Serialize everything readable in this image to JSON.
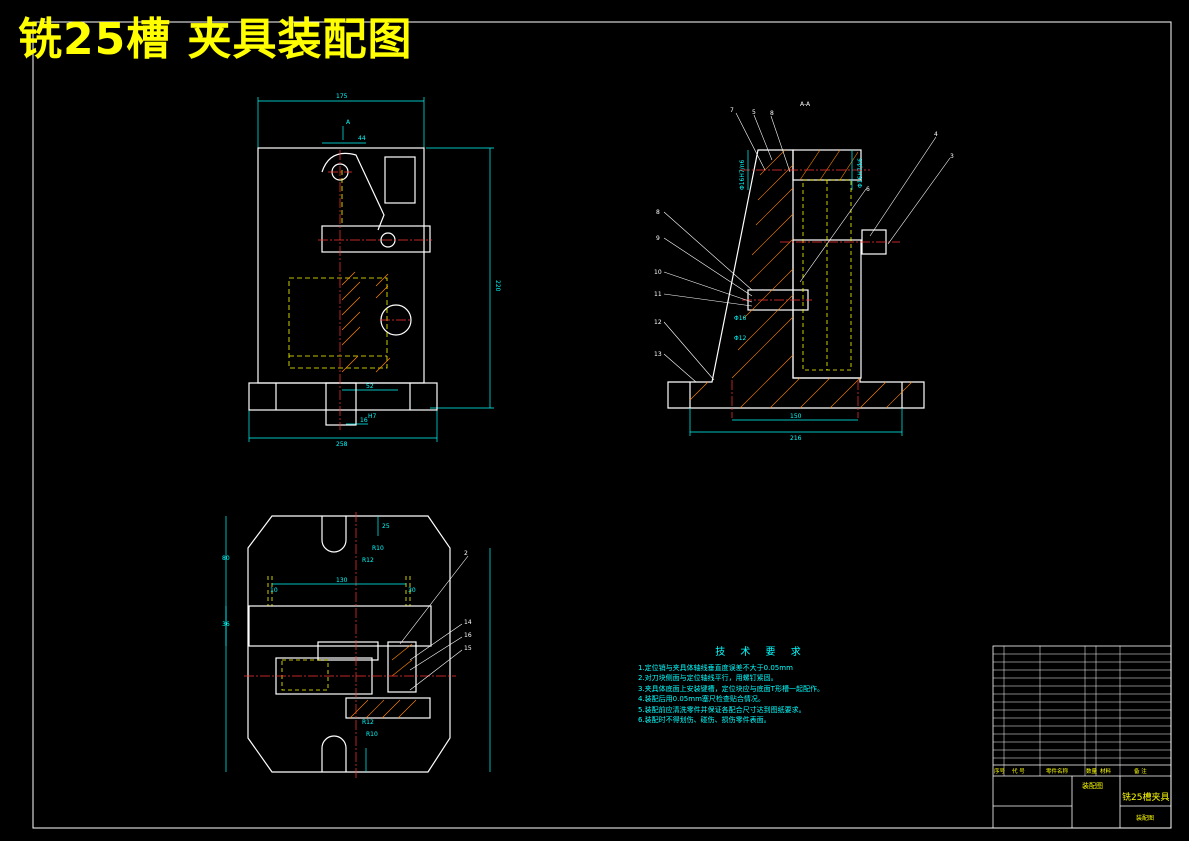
{
  "drawing": {
    "title": "铣25槽  夹具装配图",
    "colors": {
      "background": "#000000",
      "outline": "#ffffff",
      "dimension": "#00ffff",
      "center": "#ff3333",
      "hidden": "#ffff00",
      "hatch": "#ff8800",
      "title_yellow": "#ffff00",
      "title_green": "#00ff00"
    },
    "front_view": {
      "dims": {
        "width_top": "175",
        "offset_a": "A",
        "d44": "44",
        "height": "220",
        "d52": "52",
        "d16": "16",
        "h7": "H7",
        "base_width": "258"
      }
    },
    "section_view": {
      "label": "A-A",
      "dims": {
        "d150": "150",
        "d216": "216",
        "fit_left": "Φ16H7/n6",
        "fit_right": "Φ16H7/k6",
        "fit_a": "Φ16",
        "fit_b": "Φ12"
      },
      "callouts": [
        "7",
        "5",
        "8",
        "4",
        "3",
        "8",
        "9",
        "10",
        "11",
        "12",
        "13",
        "6"
      ]
    },
    "plan_view": {
      "dims": {
        "r10_top": "R10",
        "d25": "25",
        "r12_top": "R12",
        "d130": "130",
        "d10": "10",
        "d30": "30",
        "d36": "36",
        "d80": "80",
        "r12_bottom": "R12",
        "r10_bottom": "R10"
      },
      "callouts": [
        "2",
        "14",
        "16",
        "15"
      ]
    },
    "tech": {
      "title": "技 术 要 求",
      "lines": [
        "1.定位销与夹具体轴线垂直度误差不大于0.05mm",
        "2.对刀块侧面与定位轴线平行，用螺钉紧固。",
        "3.夹具体底面上安装键槽，定位块应与底面T形槽一起配作。",
        "4.装配后用0.05mm塞尺检查贴合情况。",
        "5.装配前应清洗零件并保证各配合尺寸达到图纸要求。",
        "6.装配时不得划伤、碰伤、损伤零件表面。"
      ]
    },
    "title_block": {
      "header": [
        "序号",
        "代 号",
        "零件名称",
        "数量",
        "材料",
        "备 注"
      ],
      "name": "铣25槽夹具",
      "sub_name": "装配图",
      "drawing_label": "装配图"
    }
  }
}
